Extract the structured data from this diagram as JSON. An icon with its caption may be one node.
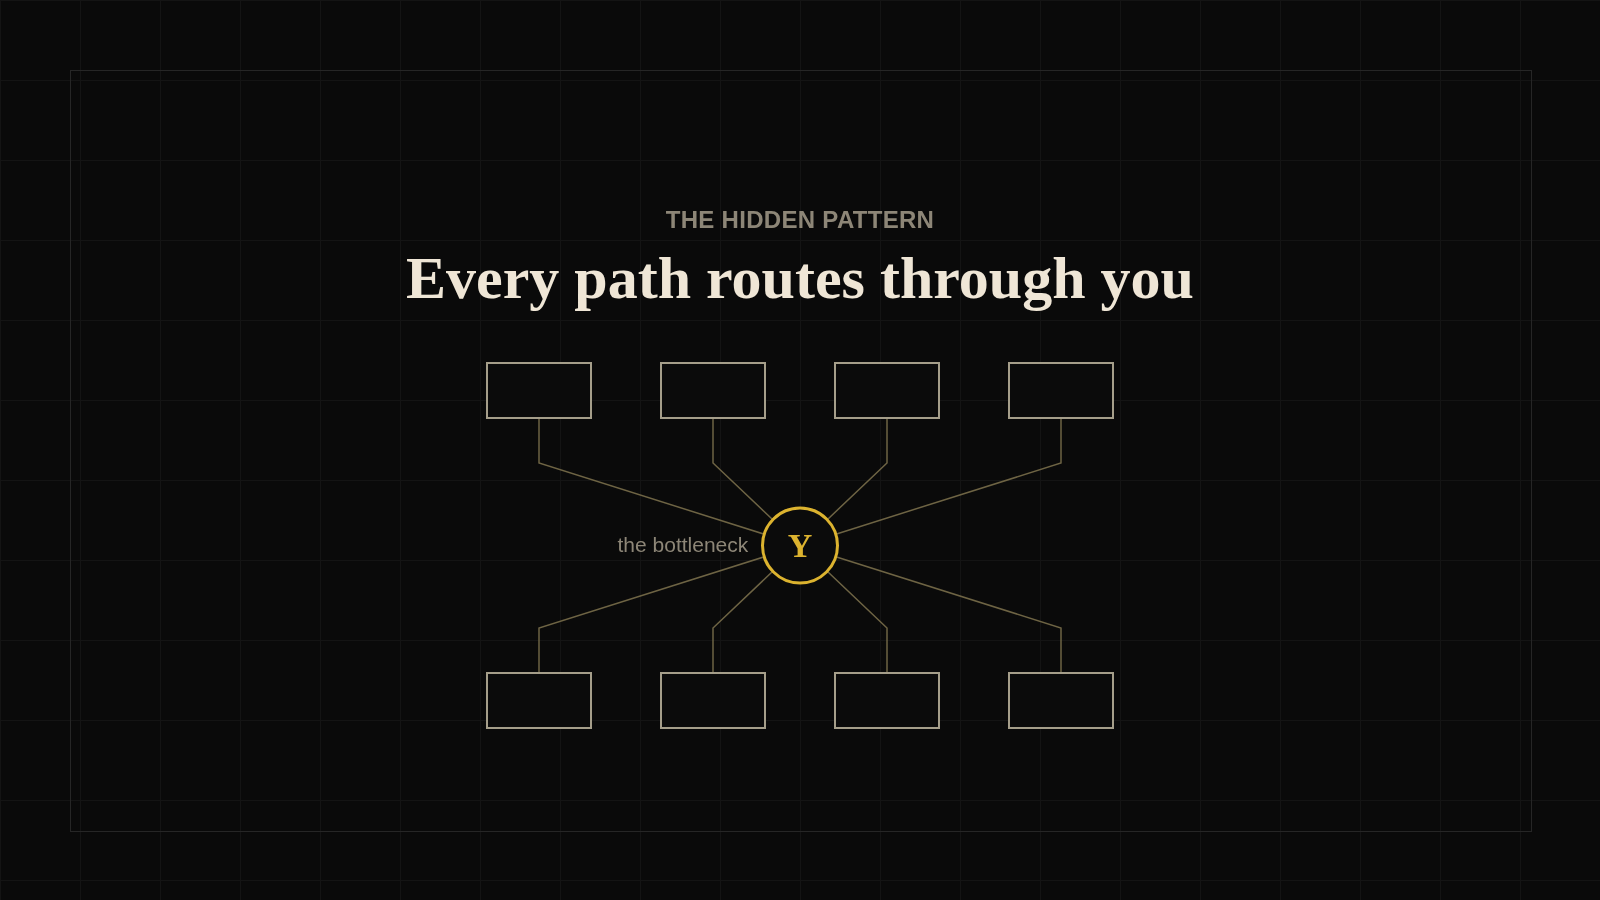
{
  "diagram": {
    "title": "Every path routes through you",
    "nodes": [
      {
        "text": [],
        "shape": "box"
      },
      {
        "text": [],
        "shape": "box"
      },
      {
        "text": [],
        "shape": "box"
      },
      {
        "text": [],
        "shape": "box"
      },
      {
        "text": [
          "Y"
        ],
        "beside": [
          "the bottleneck"
        ]
      },
      {
        "text": [],
        "shape": "box"
      },
      {
        "text": [],
        "shape": "box"
      },
      {
        "text": [],
        "shape": "box"
      },
      {
        "text": [],
        "shape": "box"
      }
    ],
    "edges": [
      {
        "from": 0,
        "to": 4,
        "arrow": "none"
      },
      {
        "from": 1,
        "to": 4,
        "arrow": "none"
      },
      {
        "from": 2,
        "to": 4,
        "arrow": "none"
      },
      {
        "from": 3,
        "to": 4,
        "arrow": "none"
      },
      {
        "from": 4,
        "to": 5,
        "arrow": "none"
      },
      {
        "from": 4,
        "to": 6,
        "arrow": "none"
      },
      {
        "from": 4,
        "to": 7,
        "arrow": "none"
      },
      {
        "from": 4,
        "to": 8,
        "arrow": "none"
      }
    ],
    "labels": [
      "THE HIDDEN PATTERN"
    ]
  }
}
